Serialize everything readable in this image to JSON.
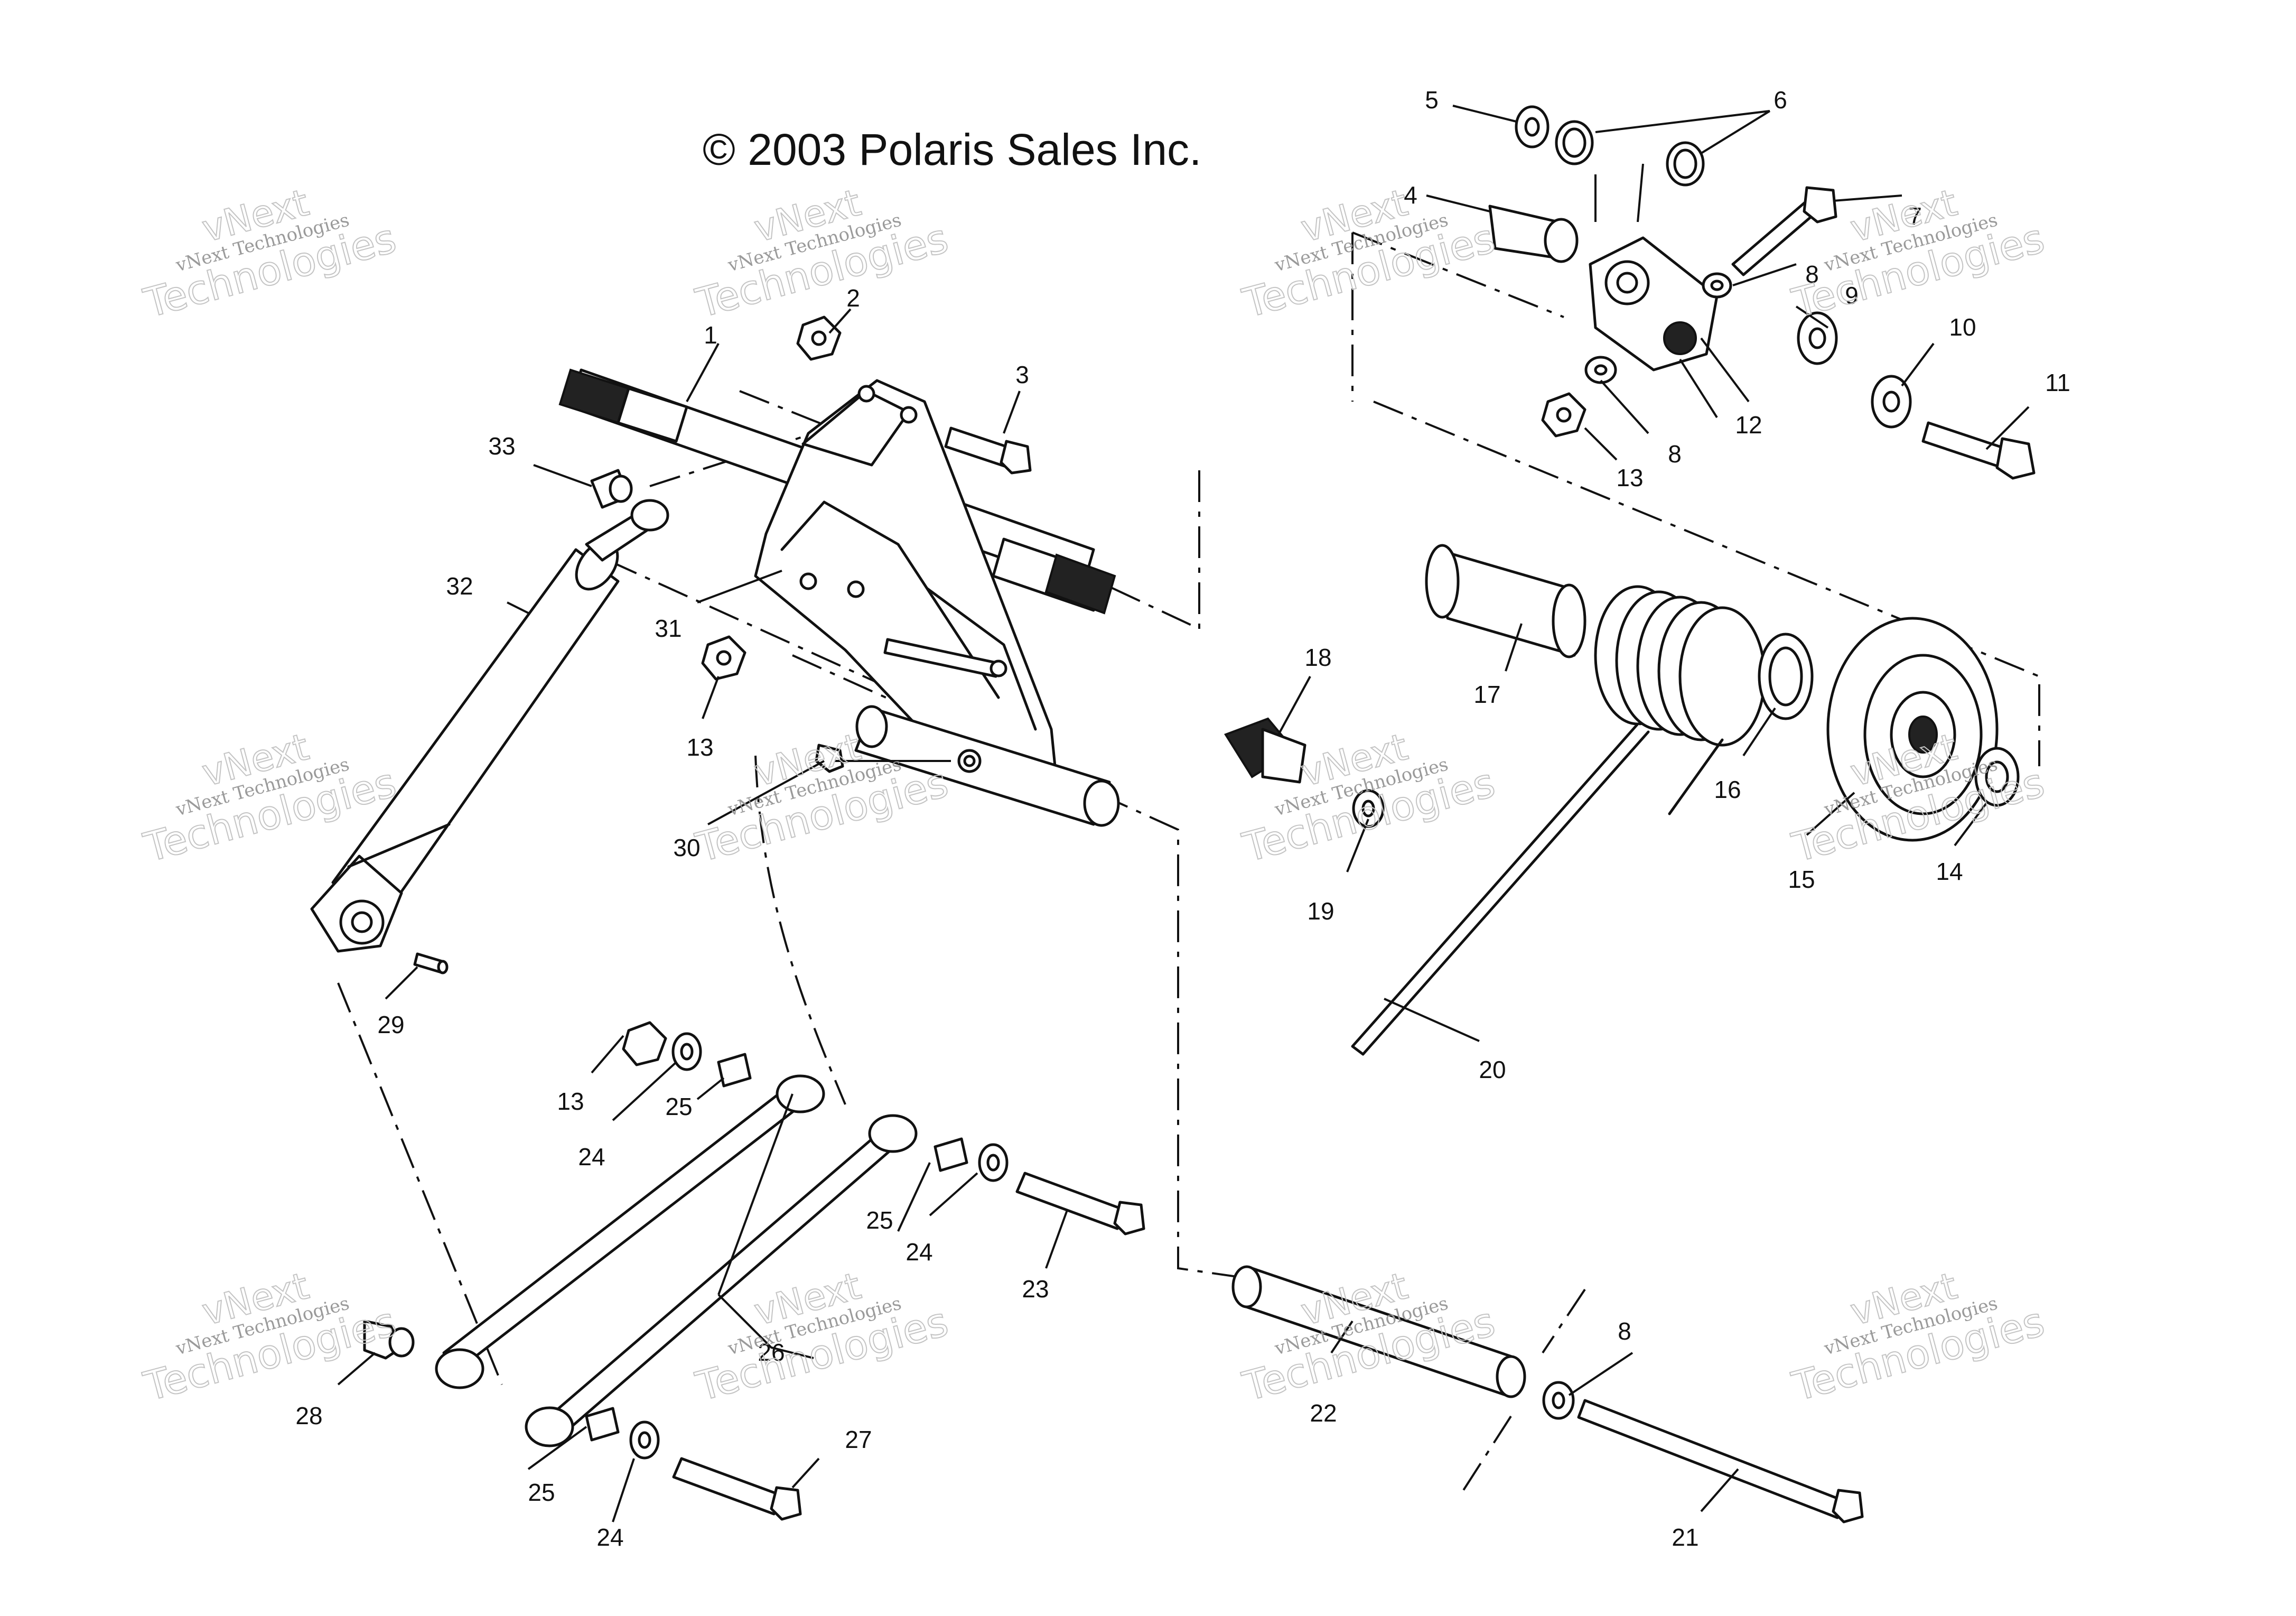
{
  "copyright": "© 2003 Polaris Sales Inc.",
  "watermark": {
    "line1": "vNext",
    "line2": "vNext Technologies",
    "line3": "Technologies"
  },
  "callouts": [
    "1",
    "2",
    "3",
    "4",
    "5",
    "6",
    "7",
    "8",
    "8",
    "8",
    "9",
    "10",
    "11",
    "12",
    "13",
    "13",
    "13",
    "14",
    "15",
    "16",
    "17",
    "18",
    "19",
    "20",
    "21",
    "22",
    "23",
    "24",
    "24",
    "24",
    "25",
    "25",
    "25",
    "26",
    "27",
    "28",
    "29",
    "30",
    "31",
    "32",
    "33"
  ],
  "colors": {
    "line": "#111111",
    "background": "#ffffff",
    "watermark": "#9a9a9a"
  }
}
